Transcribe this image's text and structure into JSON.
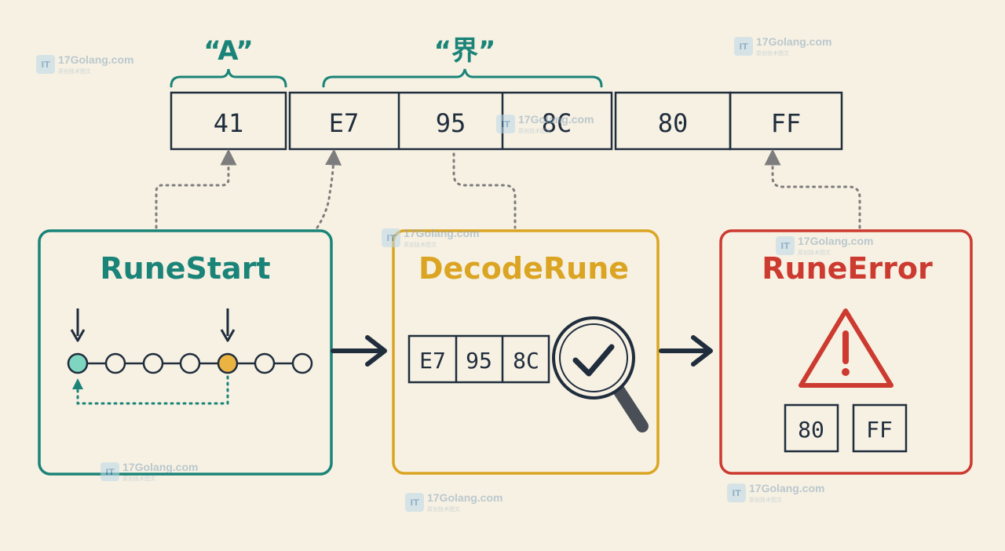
{
  "colors": {
    "ink": "#1f2d3d",
    "teal": "#1a8478",
    "gold": "#dba523",
    "red": "#cc3a30",
    "bg": "#f7f1e3",
    "teal_fill": "#7fd6c0",
    "gold_fill": "#ebb341"
  },
  "labels": {
    "char_a": "“A”",
    "char_jie": "“界”"
  },
  "bytes": [
    "41",
    "E7",
    "95",
    "8C",
    "80",
    "FF"
  ],
  "panels": {
    "rune_start": {
      "title": "RuneStart"
    },
    "decode_rune": {
      "title": "DecodeRune",
      "bytes": [
        "E7",
        "95",
        "8C"
      ]
    },
    "rune_error": {
      "title": "RuneError",
      "bytes": [
        "80",
        "FF"
      ]
    }
  },
  "icons": [
    "down-arrow-icon",
    "magnifier-check-icon",
    "warning-triangle-icon"
  ],
  "watermark": {
    "site": "17Golang.com",
    "sub": "原创技术图文",
    "logo_text": "IT"
  }
}
